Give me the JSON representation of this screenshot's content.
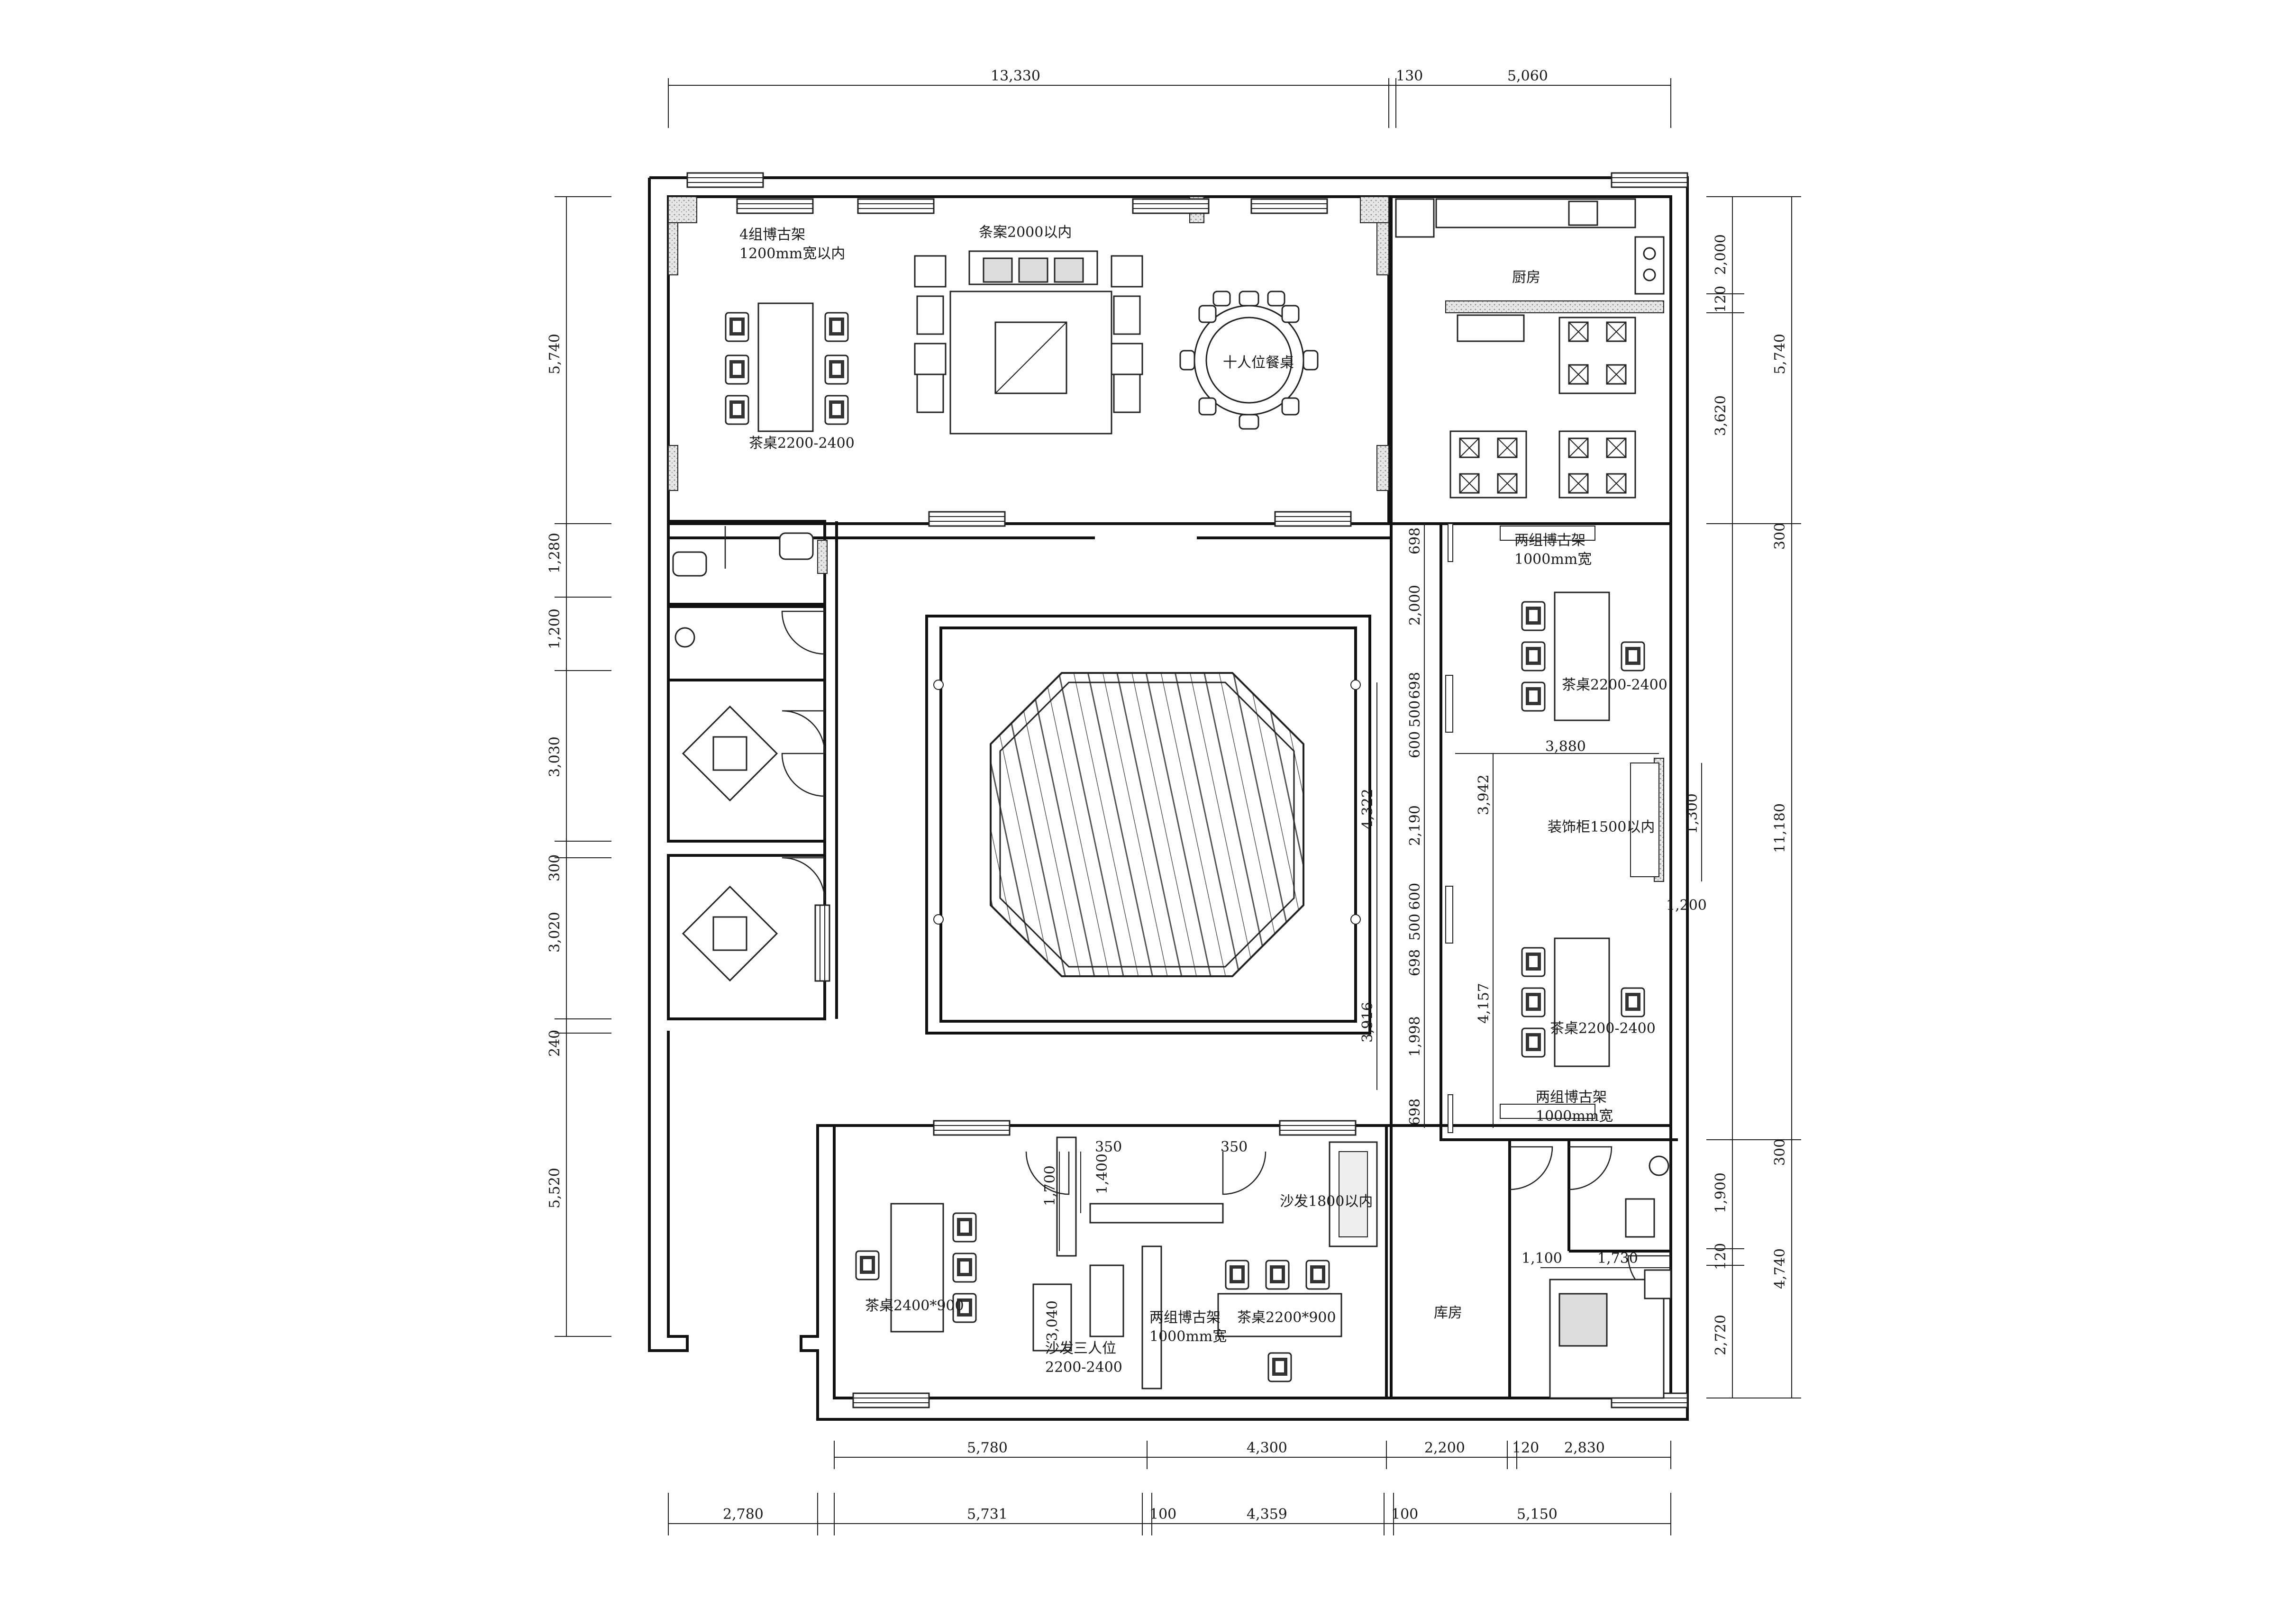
{
  "labels": {
    "shelf4": "4组博古架",
    "shelf4_size": "1200mm宽以内",
    "side_table": "条案2000以内",
    "round_table": "十人位餐桌",
    "tea_table_top": "茶桌2200-2400",
    "kitchen": "厨房",
    "shelf2_top": "两组博古架",
    "shelf2_top_size": "1000mm宽",
    "tea_right1": "茶桌2200-2400",
    "decor_cabinet": "装饰柜1500以内",
    "tea_right2": "茶桌2200-2400",
    "shelf2_bottom": "两组博古架",
    "shelf2_bottom_size": "1000mm宽",
    "tea_bottom_left": "茶桌2400*900",
    "sofa3": "沙发三人位",
    "sofa3_size": "2200-2400",
    "shelf2_mid": "两组博古架",
    "shelf2_mid_size": "1000mm宽",
    "tea_mid": "茶桌2200*900",
    "sofa1800": "沙发1800以内",
    "storage": "库房"
  },
  "dims": {
    "top": [
      "13,330",
      "130",
      "5,060"
    ],
    "left": [
      "5,740",
      "1,280",
      "1,200",
      "3,030",
      "300",
      "3,020",
      "240",
      "5,520"
    ],
    "right_outer": [
      "2,000",
      "120",
      "3,620",
      "5,740",
      "300",
      "11,180",
      "300",
      "1,900",
      "120",
      "2,720",
      "4,740"
    ],
    "inner_right": [
      "698",
      "2,000",
      "698",
      "500",
      "600",
      "2,190",
      "600",
      "500",
      "698",
      "1,998",
      "698",
      "3,942",
      "4,157"
    ],
    "court": [
      "4,322",
      "3,916"
    ],
    "misc": [
      "3,880",
      "1,300",
      "1,200",
      "350",
      "350",
      "1,700",
      "1,400",
      "3,040",
      "1,100",
      "1,730"
    ],
    "bottom1": [
      "5,780",
      "4,300",
      "2,200",
      "120",
      "2,830"
    ],
    "bottom2": [
      "2,780",
      "5,731",
      "100",
      "4,359",
      "100",
      "5,150"
    ]
  }
}
